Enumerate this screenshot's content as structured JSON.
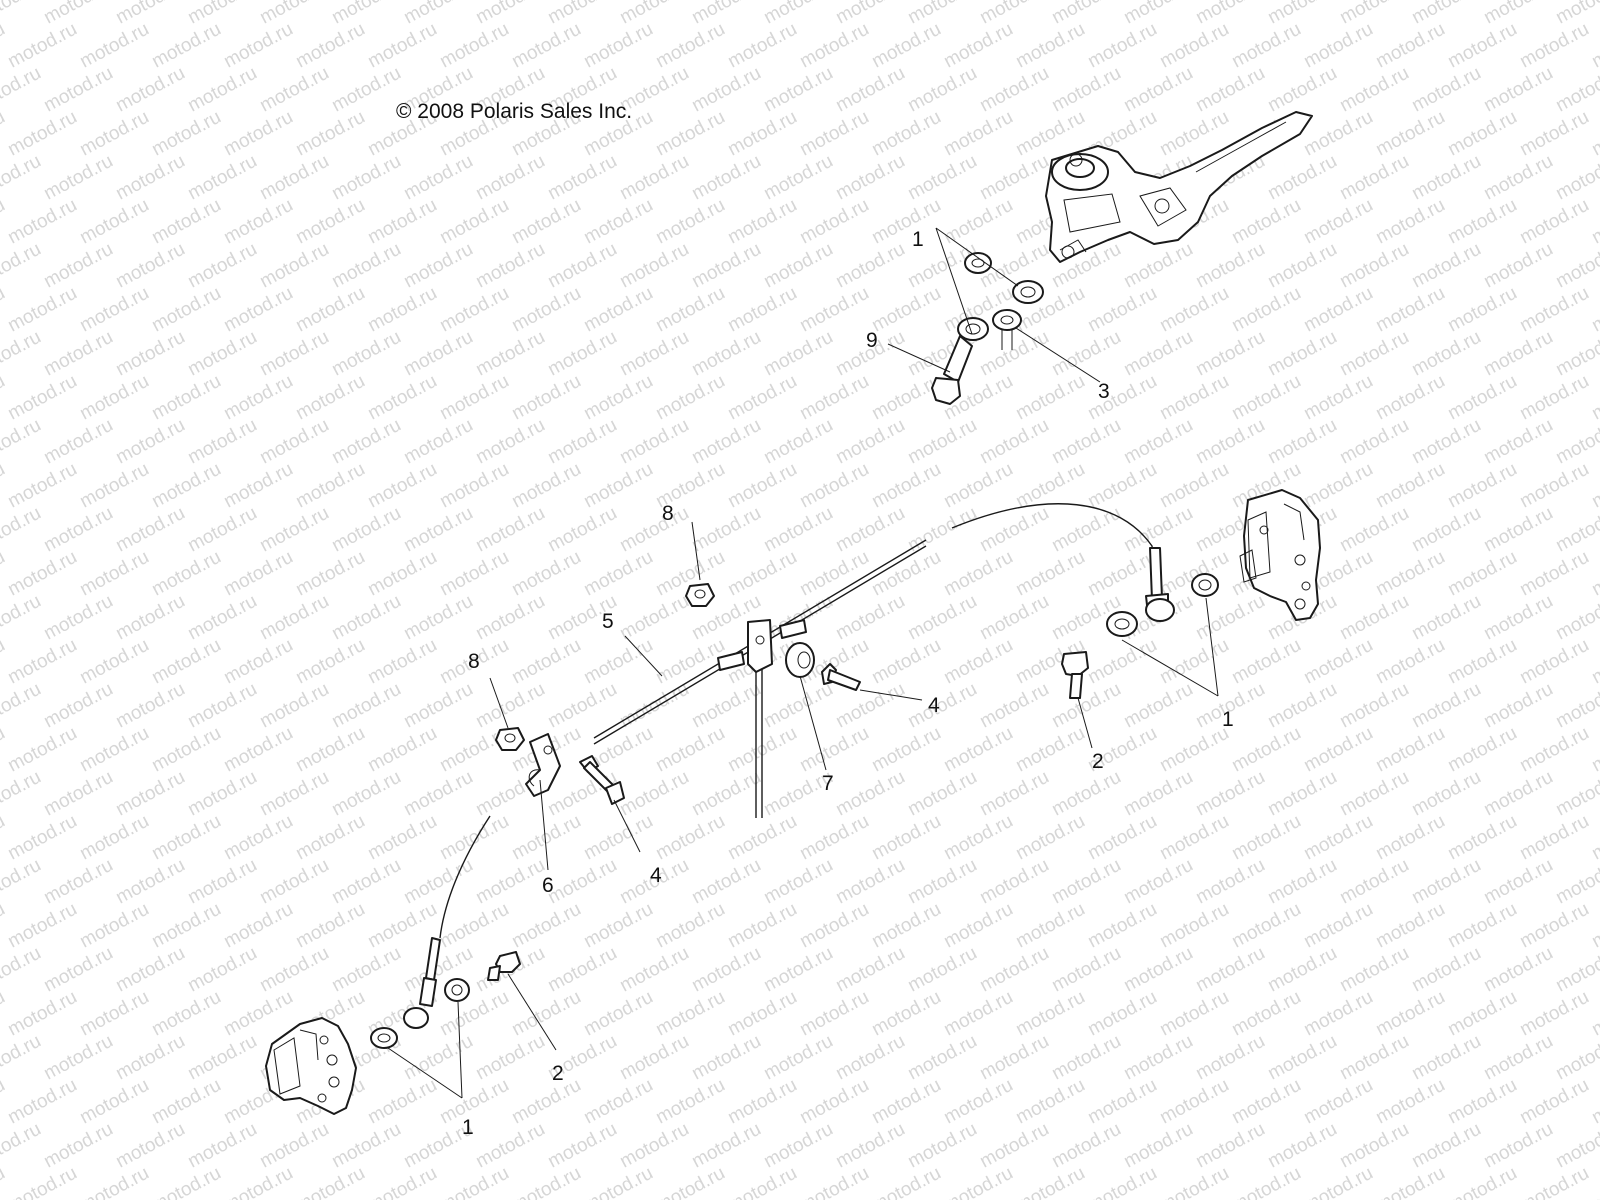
{
  "copyright": "© 2008 Polaris Sales Inc.",
  "watermark": "motod.ru",
  "callouts": [
    {
      "id": "c1a",
      "label": "1"
    },
    {
      "id": "c9",
      "label": "9"
    },
    {
      "id": "c3",
      "label": "3"
    },
    {
      "id": "c8a",
      "label": "8"
    },
    {
      "id": "c5",
      "label": "5"
    },
    {
      "id": "c8b",
      "label": "8"
    },
    {
      "id": "c4a",
      "label": "4"
    },
    {
      "id": "c7",
      "label": "7"
    },
    {
      "id": "c2a",
      "label": "2"
    },
    {
      "id": "c1b",
      "label": "1"
    },
    {
      "id": "c6",
      "label": "6"
    },
    {
      "id": "c4b",
      "label": "4"
    },
    {
      "id": "c2b",
      "label": "2"
    },
    {
      "id": "c1c",
      "label": "1"
    }
  ]
}
